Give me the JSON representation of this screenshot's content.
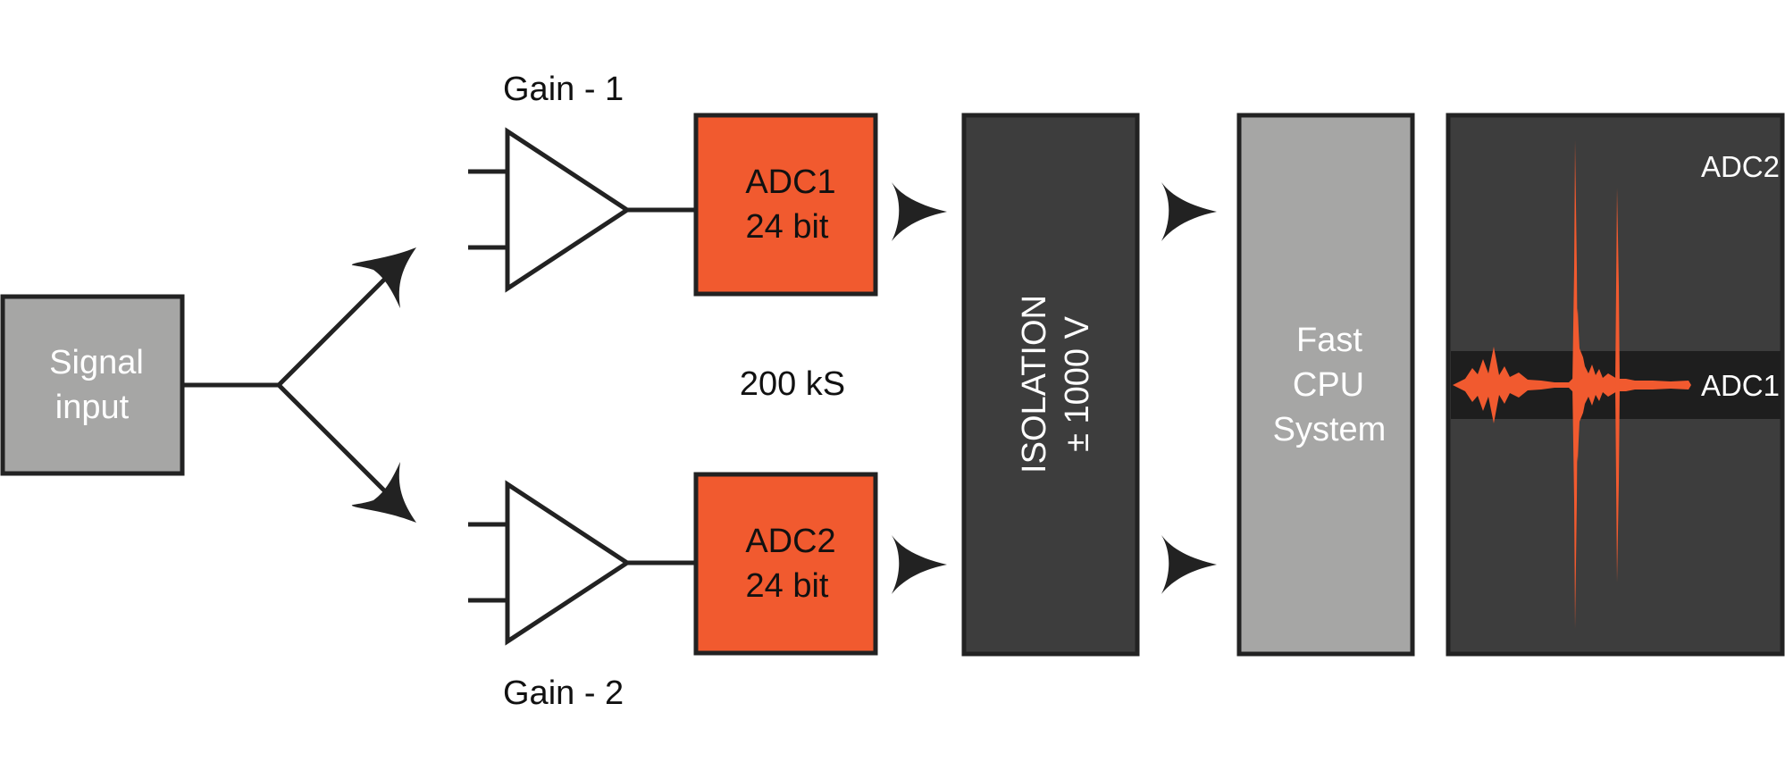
{
  "colors": {
    "stroke": "#222222",
    "gray_box": "#a6a6a5",
    "dark_box": "#3d3d3d",
    "adc_box": "#f15a2f",
    "waveform": "#f15a2f",
    "signal_band": "#1e1e1e"
  },
  "signal_input": {
    "line1": "Signal",
    "line2": "input"
  },
  "gain1": {
    "label": "Gain - 1"
  },
  "gain2": {
    "label": "Gain - 2"
  },
  "adc1": {
    "line1": "ADC1",
    "line2": "24 bit"
  },
  "adc2": {
    "line1": "ADC2",
    "line2": "24 bit"
  },
  "sample_rate": {
    "label": "200 kS"
  },
  "isolation": {
    "line1": "ISOLATION",
    "line2": "± 1000 V"
  },
  "cpu": {
    "line1": "Fast",
    "line2": "CPU",
    "line3": "System"
  },
  "display": {
    "adc2_label": "ADC2",
    "adc1_label": "ADC1"
  }
}
